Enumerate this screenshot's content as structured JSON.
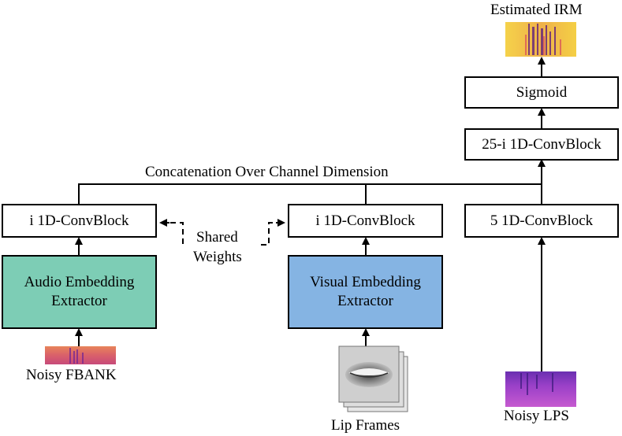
{
  "labels": {
    "estimated_irm": "Estimated IRM",
    "concat": "Concatenation Over Channel Dimension",
    "shared_weights_line1": "Shared",
    "shared_weights_line2": "Weights",
    "noisy_fbank": "Noisy FBANK",
    "lip_frames": "Lip Frames",
    "noisy_lps": "Noisy LPS"
  },
  "blocks": {
    "sigmoid": "Sigmoid",
    "conv_25i": "25-i 1D-ConvBlock",
    "conv_i_audio": "i 1D-ConvBlock",
    "conv_i_visual": "i 1D-ConvBlock",
    "conv_5": "5 1D-ConvBlock",
    "audio_extractor_line1": "Audio Embedding",
    "audio_extractor_line2": "Extractor",
    "visual_extractor_line1": "Visual Embedding",
    "visual_extractor_line2": "Extractor"
  },
  "colors": {
    "audio_extractor": "#7dcdb5",
    "visual_extractor": "#85b4e3",
    "irm_base": "#f0c84a",
    "fbank_base": "#e0705f",
    "lps_base": "#8a3fc9"
  }
}
